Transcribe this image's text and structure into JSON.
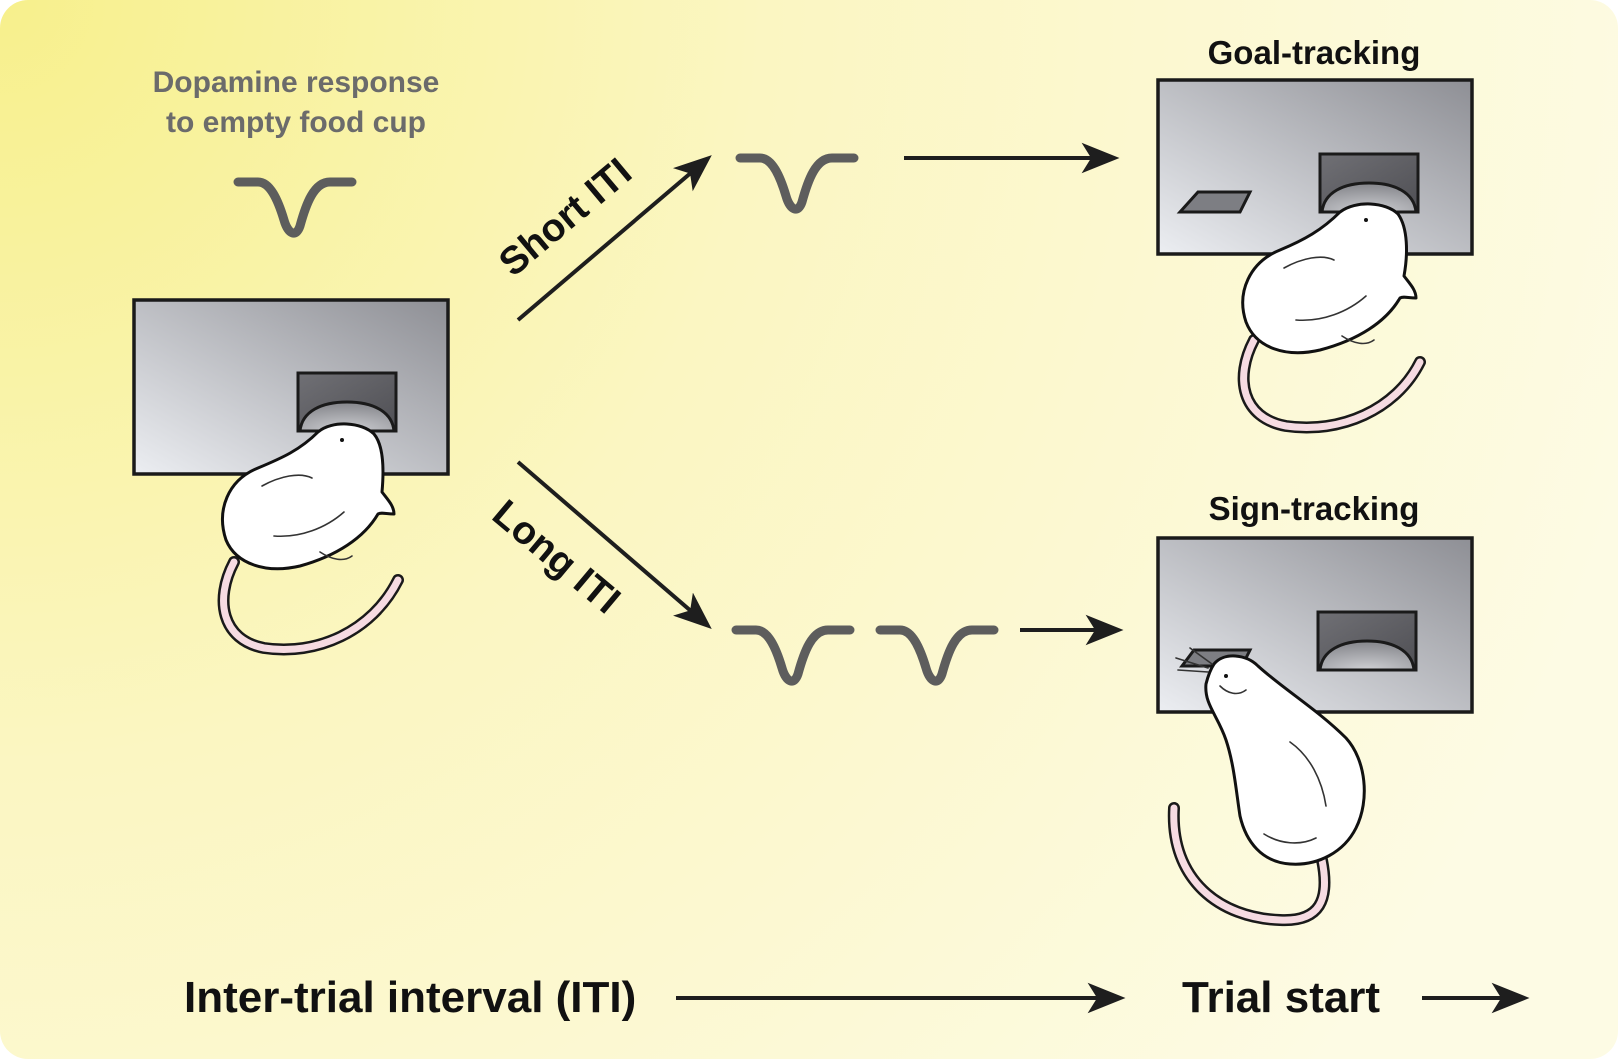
{
  "caption": {
    "line1": "Dopamine response",
    "line2": "to empty food cup"
  },
  "branches": {
    "short": "Short ITI",
    "long": "Long ITI"
  },
  "outcomes": {
    "goal": "Goal-tracking",
    "sign": "Sign-tracking"
  },
  "timeline": {
    "iti": "Inter-trial interval (ITI)",
    "trial": "Trial start"
  },
  "colors": {
    "background_corner": "#f7f08c",
    "background_center": "#fdfbdb",
    "dopamine_trace": "#5d5d5d",
    "chamber_light": "#eceef2",
    "chamber_dark": "#8e8f95",
    "rat_tail": "#f6dbe2"
  }
}
